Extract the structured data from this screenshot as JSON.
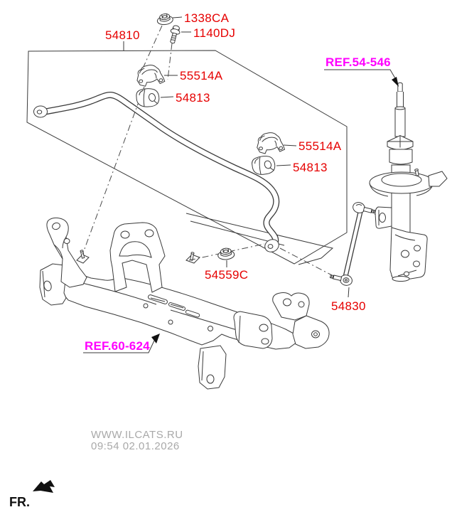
{
  "diagram": {
    "part_labels": {
      "flange_nut": "1338CA",
      "flange_bolt": "1140DJ",
      "stabilizer_bar": "54810",
      "bracket_upper": "55514A",
      "bushing_upper": "54813",
      "bracket_lower": "55514A",
      "bushing_lower": "54813",
      "link_nut": "54559C",
      "stabilizer_link": "54830"
    },
    "reference_labels": {
      "front_strut": "REF.54-546",
      "crossmember": "REF.60-624"
    },
    "colors": {
      "part_number_red": "#e60000",
      "reference_magenta": "#ff00ff",
      "line_art": "#3a3a3a",
      "watermark_gray": "#a9a9a9"
    },
    "watermark": {
      "site": "WWW.ILCATS.RU",
      "timestamp": "09:54 02.01.2026"
    },
    "front_indicator": "FR."
  }
}
